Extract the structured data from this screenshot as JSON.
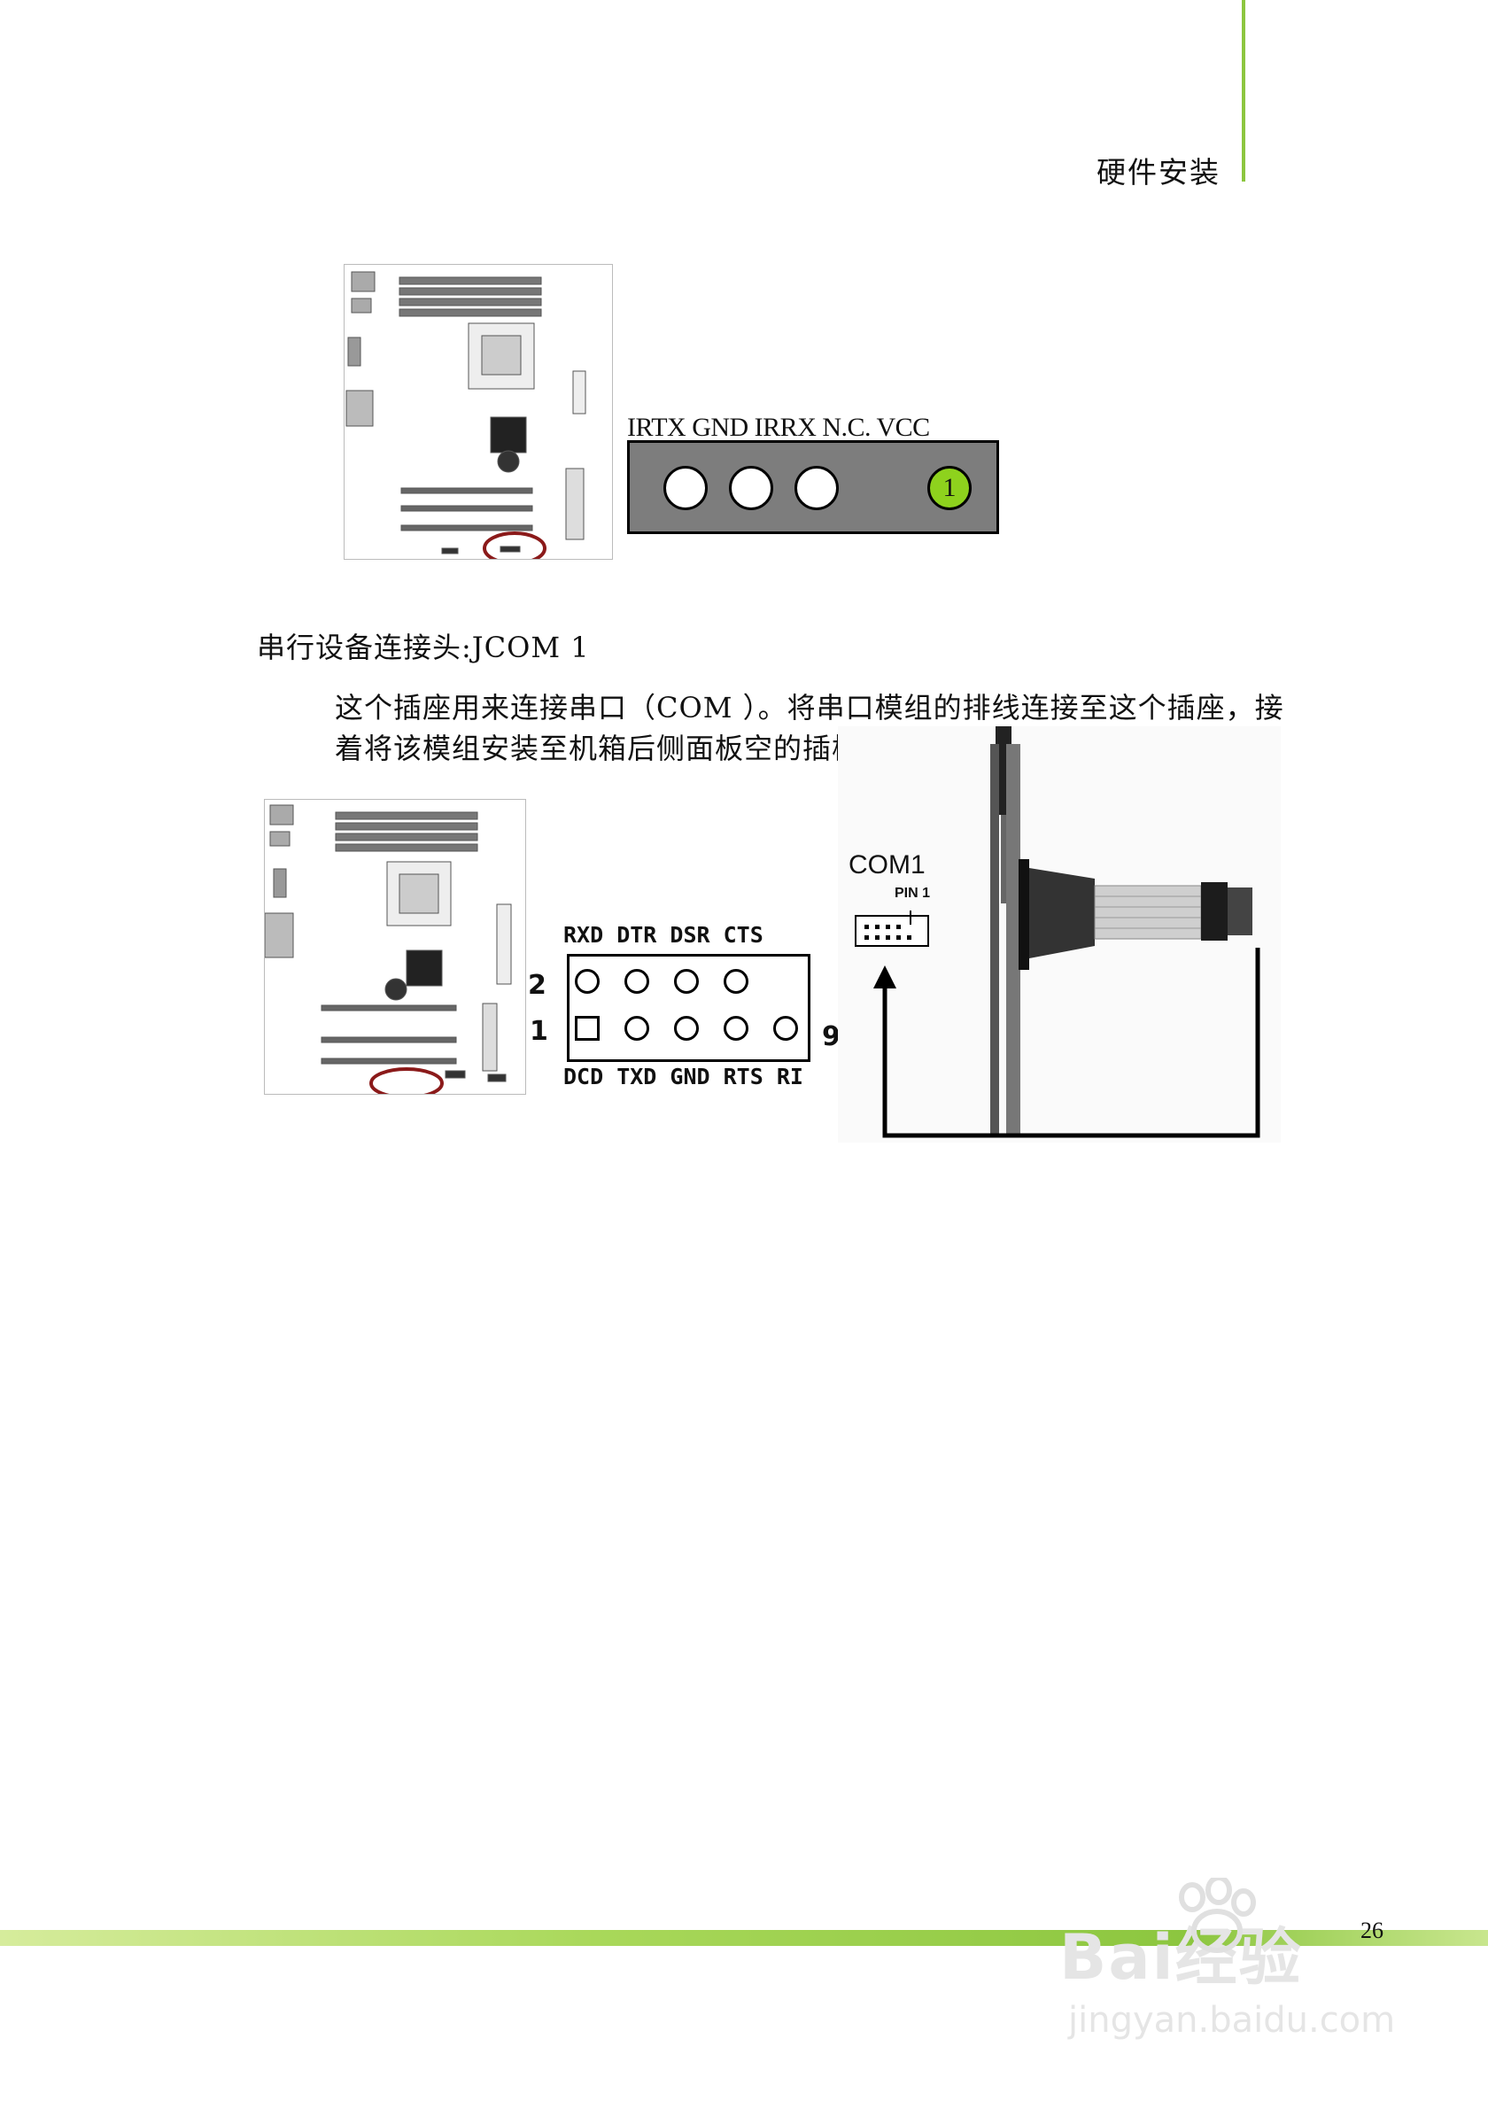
{
  "header": {
    "title": "硬件安装"
  },
  "ir_connector": {
    "pin_labels": "IRTX GND IRRX  N.C. VCC",
    "pin1_number": "1"
  },
  "section": {
    "heading": "串行设备连接头:JCOM 1",
    "paragraph_lines": [
      "这个插座用来连接串口（COM ）。将串口模组的排线连接至这个插座，接",
      "着将该模组安装至机箱后侧面板空的插槽中。"
    ]
  },
  "com_connector": {
    "top_labels": "RXD DTR DSR CTS",
    "bottom_labels": "DCD TXD GND RTS  RI",
    "row_top_number": "2",
    "row_bottom_number": "1",
    "end_number": "9"
  },
  "com_bracket": {
    "title": "COM1",
    "pin_label": "PIN 1"
  },
  "footer": {
    "page_number": "26"
  },
  "watermark": {
    "brand": "Bai经验",
    "url": "jingyan.baidu.com"
  },
  "colors": {
    "accent_green": "#8cc63f",
    "vcc_pin": "#8ed21d",
    "highlight_ring": "#8b1a1a"
  }
}
